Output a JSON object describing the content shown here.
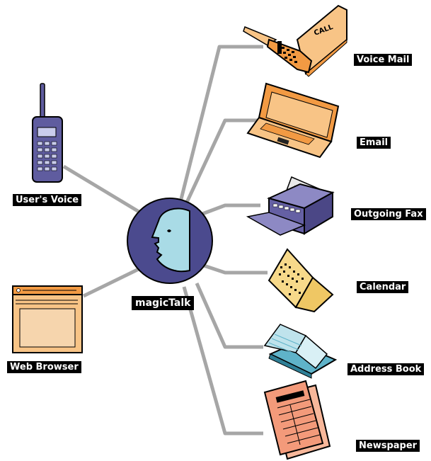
{
  "hub": {
    "label": "magicTalk"
  },
  "inputs": [
    {
      "label": "User's Voice",
      "icon": "cell-phone-icon"
    },
    {
      "label": "Web Browser",
      "icon": "web-browser-window-icon"
    }
  ],
  "services": [
    {
      "label": "Voice Mail",
      "icon": "telephone-call-icon"
    },
    {
      "label": "Email",
      "icon": "laptop-icon"
    },
    {
      "label": "Outgoing Fax",
      "icon": "fax-machine-icon"
    },
    {
      "label": "Calendar",
      "icon": "desk-calendar-icon"
    },
    {
      "label": "Address Book",
      "icon": "address-book-icon"
    },
    {
      "label": "Newspaper",
      "icon": "newspaper-icon"
    }
  ],
  "colors": {
    "connector": "#a6a6a6",
    "hub_fill": "#4b4a8e",
    "face": "#a9dbe6",
    "phone": "#5f5c9f",
    "peach": "#f8c486",
    "orange": "#f29a43",
    "fax": "#6560a4",
    "calendar": "#f7d98a",
    "book": "#5fb3c9",
    "newspaper": "#f39a7a"
  }
}
